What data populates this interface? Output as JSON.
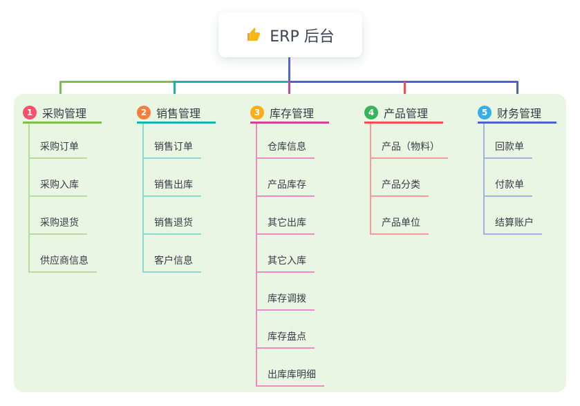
{
  "root": {
    "label": "ERP 后台",
    "icon": "thumbs-up-icon",
    "card_background": "#ffffff"
  },
  "connector": {
    "color": "#5265d6"
  },
  "panel": {
    "background": "#eaf6e4"
  },
  "branches": [
    {
      "number": "1",
      "label": "采购管理",
      "color": "#7cbf4d",
      "tint": "#b7dc9b",
      "badge_color": "#f8526b",
      "children": [
        "采购订单",
        "采购入库",
        "采购退货",
        "供应商信息"
      ]
    },
    {
      "number": "2",
      "label": "销售管理",
      "color": "#13b5a9",
      "tint": "#8ad8cf",
      "badge_color": "#f57e3d",
      "children": [
        "销售订单",
        "销售出库",
        "销售退货",
        "客户信息"
      ]
    },
    {
      "number": "3",
      "label": "库存管理",
      "color": "#d94098",
      "tint": "#ee8ac2",
      "badge_color": "#fbae17",
      "children": [
        "仓库信息",
        "产品库存",
        "其它出库",
        "其它入库",
        "库存调拨",
        "库存盘点",
        "出库库明细"
      ]
    },
    {
      "number": "4",
      "label": "产品管理",
      "color": "#f45052",
      "tint": "#f9999a",
      "badge_color": "#34b55b",
      "children": [
        "产品（物料）",
        "产品分类",
        "产品单位"
      ]
    },
    {
      "number": "5",
      "label": "财务管理",
      "color": "#4a60d4",
      "tint": "#a2b2e0",
      "badge_color": "#36aee6",
      "children": [
        "回款单",
        "付款单",
        "结算账户"
      ]
    }
  ]
}
